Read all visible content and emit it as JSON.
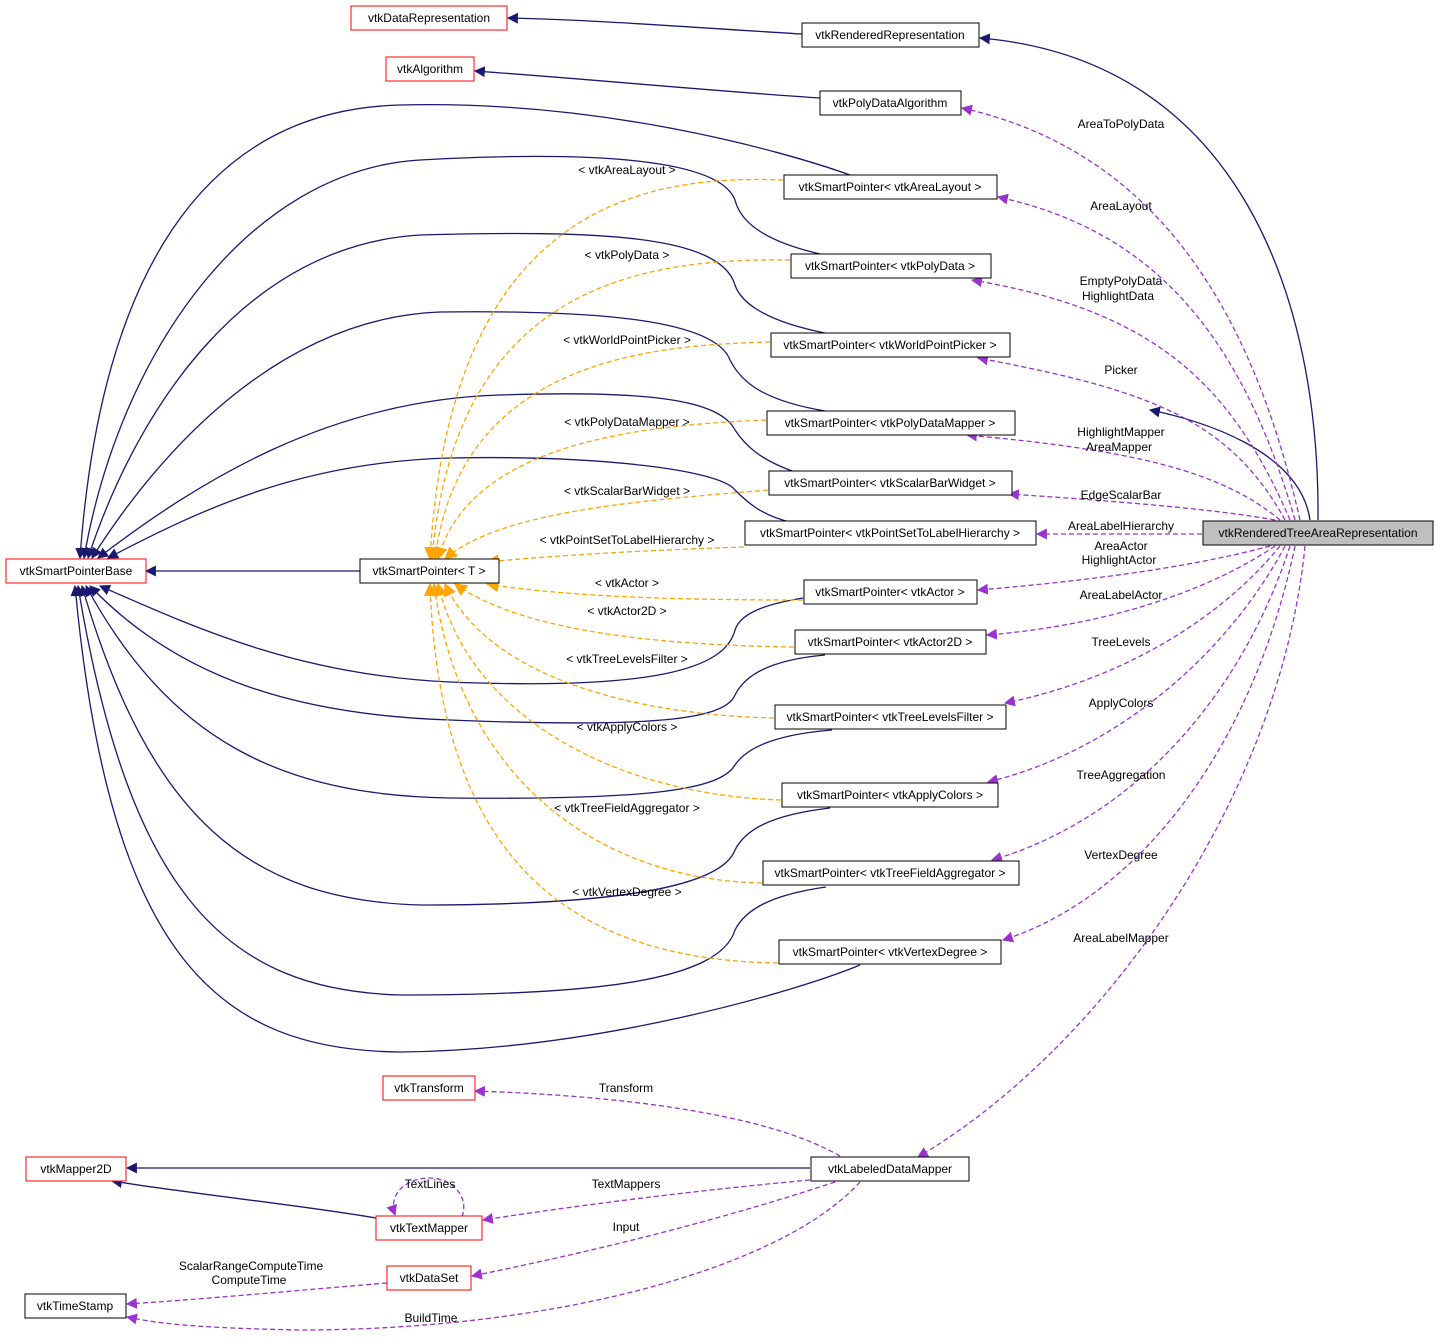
{
  "colors": {
    "inherit": "#191970",
    "template": "#ffa500",
    "usage": "#9a32cd",
    "border_default": "#000000",
    "border_external": "#ff0000",
    "highlight_fill": "#bfbfbf"
  },
  "nodes": {
    "dataRep": "vtkDataRepresentation",
    "renderedRep": "vtkRenderedRepresentation",
    "algorithm": "vtkAlgorithm",
    "polyAlg": "vtkPolyDataAlgorithm",
    "spAreaLayout": "vtkSmartPointer< vtkAreaLayout >",
    "spPolyData": "vtkSmartPointer< vtkPolyData >",
    "spWorldPicker": "vtkSmartPointer< vtkWorldPointPicker >",
    "spPolyMapper": "vtkSmartPointer< vtkPolyDataMapper >",
    "spScalarBar": "vtkSmartPointer< vtkScalarBarWidget >",
    "spPointSet": "vtkSmartPointer< vtkPointSetToLabelHierarchy >",
    "spBase": "vtkSmartPointerBase",
    "spT": "vtkSmartPointer< T >",
    "main": "vtkRenderedTreeAreaRepresentation",
    "spActor": "vtkSmartPointer< vtkActor >",
    "spActor2D": "vtkSmartPointer< vtkActor2D >",
    "spTreeLevels": "vtkSmartPointer< vtkTreeLevelsFilter >",
    "spApplyColors": "vtkSmartPointer< vtkApplyColors >",
    "spTreeField": "vtkSmartPointer< vtkTreeFieldAggregator >",
    "spVertexDeg": "vtkSmartPointer< vtkVertexDegree >",
    "transform": "vtkTransform",
    "labeledMapper": "vtkLabeledDataMapper",
    "mapper2d": "vtkMapper2D",
    "textMapper": "vtkTextMapper",
    "dataSet": "vtkDataSet",
    "timeStamp": "vtkTimeStamp"
  },
  "labels": {
    "AreaToPolyData": "AreaToPolyData",
    "AreaLayout": "AreaLayout",
    "EmptyPolyData": "EmptyPolyData",
    "HighlightData": "HighlightData",
    "Picker": "Picker",
    "HighlightMapper": "HighlightMapper",
    "AreaMapper": "AreaMapper",
    "EdgeScalarBar": "EdgeScalarBar",
    "AreaLabelHierarchy": "AreaLabelHierarchy",
    "AreaActor": "AreaActor",
    "HighlightActor": "HighlightActor",
    "AreaLabelActor": "AreaLabelActor",
    "TreeLevels": "TreeLevels",
    "ApplyColors": "ApplyColors",
    "TreeAggregation": "TreeAggregation",
    "VertexDegree": "VertexDegree",
    "AreaLabelMapper": "AreaLabelMapper",
    "Transform": "Transform",
    "TextLines": "TextLines",
    "TextMappers": "TextMappers",
    "Input": "Input",
    "ScalarRangeComputeTime": "ScalarRangeComputeTime",
    "ComputeTime": "ComputeTime",
    "BuildTime": "BuildTime",
    "tAreaLayout": "< vtkAreaLayout >",
    "tPolyData": "< vtkPolyData >",
    "tWorldPicker": "< vtkWorldPointPicker >",
    "tPolyMapper": "< vtkPolyDataMapper >",
    "tScalarBar": "< vtkScalarBarWidget >",
    "tPointSet": "< vtkPointSetToLabelHierarchy >",
    "tActor": "< vtkActor >",
    "tActor2D": "< vtkActor2D >",
    "tTreeLevels": "< vtkTreeLevelsFilter >",
    "tApplyColors": "< vtkApplyColors >",
    "tTreeField": "< vtkTreeFieldAggregator >",
    "tVertexDeg": "< vtkVertexDegree >"
  }
}
